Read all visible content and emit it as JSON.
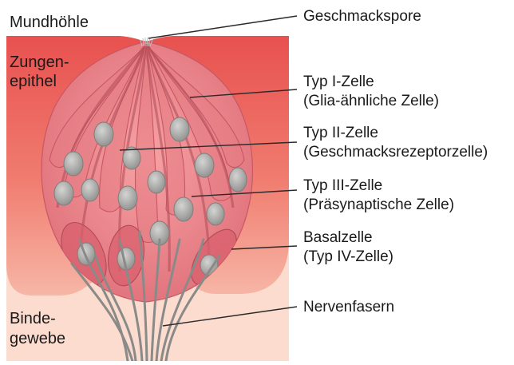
{
  "regions": {
    "oral_cavity": "Mundhöhle",
    "tongue_epithelium_line1": "Zungen-",
    "tongue_epithelium_line2": "epithel",
    "connective_tissue_line1": "Binde-",
    "connective_tissue_line2": "gewebe"
  },
  "labels": {
    "taste_pore": "Geschmackspore",
    "type1_line1": "Typ I-Zelle",
    "type1_line2": "(Glia-ähnliche Zelle)",
    "type2_line1": "Typ II-Zelle",
    "type2_line2": "(Geschmacksrezeptorzelle)",
    "type3_line1": "Typ III-Zelle",
    "type3_line2": "(Präsynaptische Zelle)",
    "basal_line1": "Basalzelle",
    "basal_line2": "(Typ IV-Zelle)",
    "nerve_fibers": "Nervenfasern"
  },
  "colors": {
    "epithelium_top": "#e8514f",
    "epithelium_bottom": "#f7b6a6",
    "connective_tissue": "#fbdccf",
    "taste_bud_fill": "#f08a8a",
    "cell_fill": "#e57c84",
    "cell_stroke": "#c85763",
    "nucleus": "#a9aaa8",
    "nerve": "#8a8a88"
  }
}
